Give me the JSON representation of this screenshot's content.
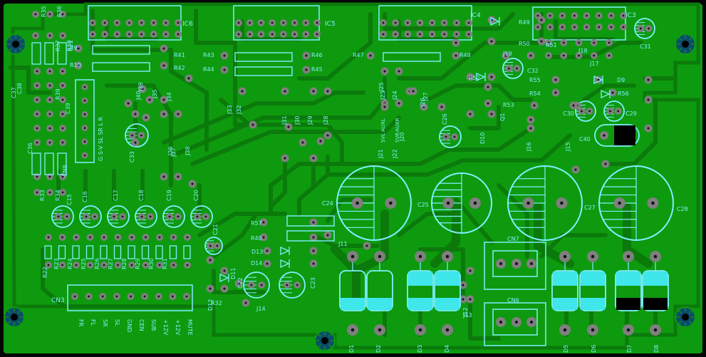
{
  "colors": {
    "board": "#0e9a0e",
    "edge": "#050505",
    "copper": "#0b7a0b",
    "silk": "#7df0ff",
    "pad": "#7f7f7f",
    "hole": "#111111",
    "mount": "#0b4d6b",
    "cap_fill": "#3fe6ea"
  },
  "ic_labels": [
    "IC6",
    "IC5",
    "IC4",
    "IC3"
  ],
  "resistors": [
    "R41",
    "R42",
    "R43",
    "R44",
    "R45",
    "R46",
    "R47",
    "R48",
    "R49",
    "R50",
    "R51",
    "R52",
    "R53",
    "R54",
    "R55",
    "R56",
    "R57",
    "R40",
    "R32",
    "R33",
    "R34",
    "R35",
    "R36",
    "R37",
    "R38",
    "R39",
    "R31",
    "R30",
    "R29",
    "R28",
    "R27",
    "R26",
    "R25",
    "R24",
    "R23",
    "R22",
    "R21",
    "R9",
    "R10"
  ],
  "caps_small": [
    "C15",
    "C16",
    "C17",
    "C18",
    "C19",
    "C20",
    "C21",
    "C22",
    "C23",
    "C26",
    "C29",
    "C30",
    "C31",
    "C32",
    "C33",
    "C36",
    "C37",
    "C38",
    "C39",
    "C40"
  ],
  "caps_big": [
    "C24",
    "C25",
    "C27",
    "C28"
  ],
  "jumpers": [
    "J13",
    "J14",
    "J15",
    "J16",
    "J17",
    "J18",
    "J19",
    "J20",
    "J21",
    "J22",
    "J23",
    "J24",
    "J25",
    "J26",
    "J27",
    "J28",
    "J29",
    "J30",
    "J31",
    "J32",
    "J33",
    "J34",
    "J35",
    "J36",
    "J37",
    "J38",
    "J39",
    "J40"
  ],
  "diodes": [
    "D1",
    "D2",
    "D3",
    "D4",
    "D5",
    "D6",
    "D7",
    "D8",
    "D9",
    "D10",
    "D11",
    "D12",
    "D13",
    "D14"
  ],
  "connectors": [
    "CN3",
    "CN6",
    "CN7",
    "CN8"
  ],
  "cn8_pins": "G S-V SL SR L R",
  "cn3_pins": [
    "FR",
    "FL",
    "SR",
    "SL",
    "GND",
    "CEN",
    "SUB",
    "+12V",
    "+12V",
    "MUTE"
  ],
  "misc_labels": [
    "Q1",
    "J11",
    "J12",
    "SVL",
    "SVR",
    "AUXL",
    "AUXR"
  ]
}
